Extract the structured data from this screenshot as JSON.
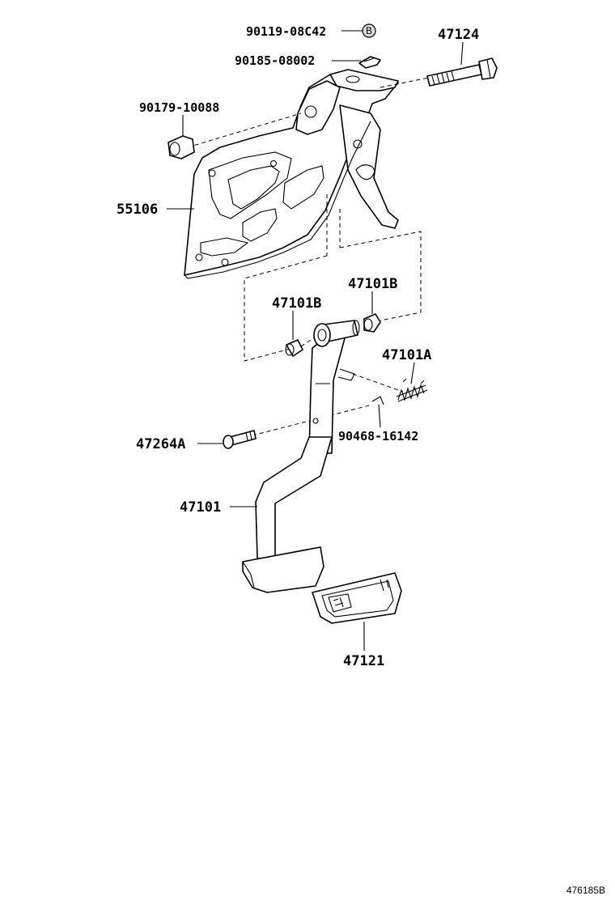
{
  "labels": {
    "p_90119": "90119-08C42",
    "p_90185": "90185-08002",
    "p_47124": "47124",
    "p_90179": "90179-10088",
    "p_55106": "55106",
    "p_47101B_right": "47101B",
    "p_47101B_left": "47101B",
    "p_47101A": "47101A",
    "p_47264A": "47264A",
    "p_90468": "90468-16142",
    "p_47101": "47101",
    "p_47121": "47121",
    "marker_b": "B"
  },
  "figure_ref": "476185B"
}
